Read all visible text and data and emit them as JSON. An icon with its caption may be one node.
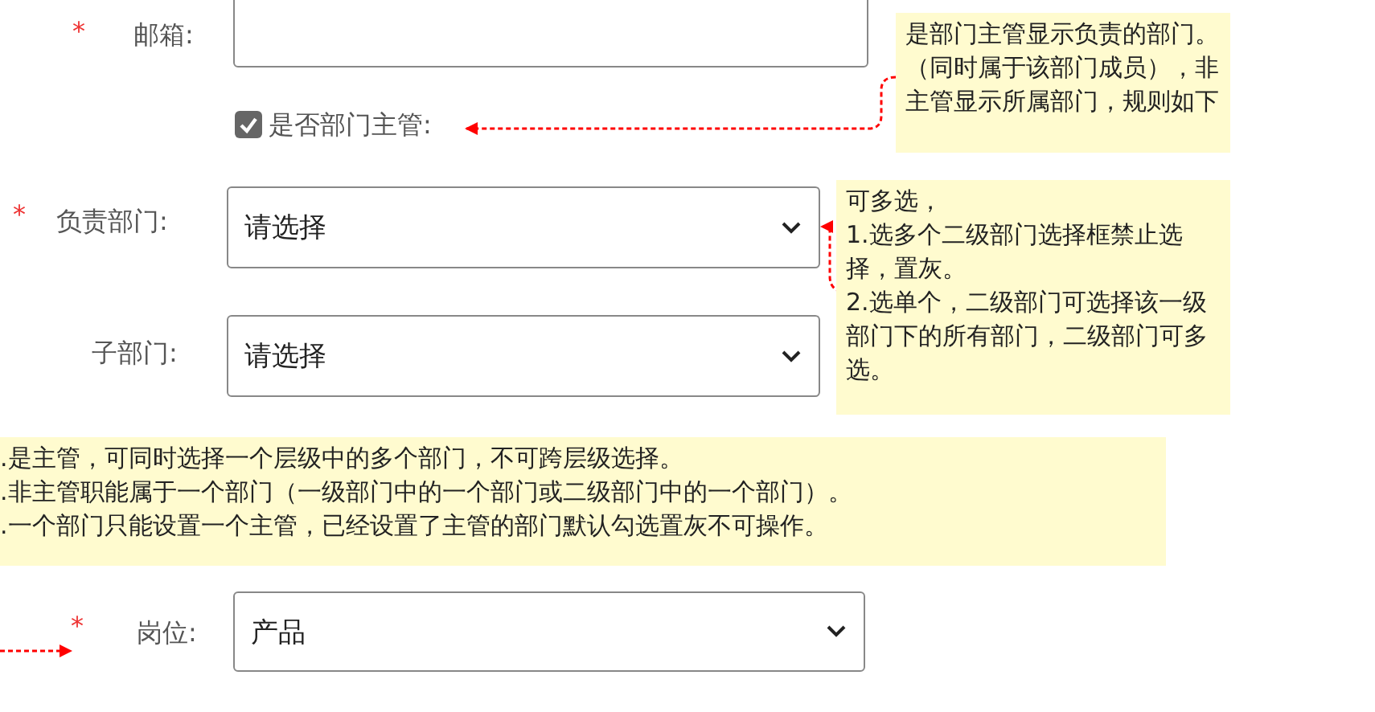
{
  "diagram": {
    "nodes": [
      {
        "text": [],
        "shape": "box"
      },
      {
        "text": [
          "是部门主管显示负责的部门。（同时属于该部门成员），非主管显示所属部门，规则如下"
        ]
      },
      {
        "text": [
          "是否部门主管:"
        ]
      },
      {
        "text": [
          "可多选，",
          "1.选多个二级部门选择框禁止选择，置灰。",
          "2.选单个，二级部门可选择该一级部门下的所有部门，二级部门可多选。"
        ]
      },
      {
        "text": [
          "请选择"
        ]
      },
      {
        "text": [
          "请选择"
        ]
      },
      {
        "text": [
          ".是主管，可同时选择一个层级中的多个部门，不可跨层级选择。",
          ".非主管职能属于一个部门（一级部门中的一个部门或二级部门中的一个部门）。",
          ".一个部门只能设置一个主管，已经设置了主管的部门默认勾选置灰不可操作。"
        ]
      },
      {
        "text": [
          "*"
        ]
      },
      {
        "text": [
          "产品"
        ]
      }
    ],
    "edges": [
      {
        "from": 1,
        "to": 2,
        "arrow": "to",
        "style": "dashed",
        "color": "#ff0000"
      },
      {
        "from": 3,
        "to": 4,
        "arrow": "to",
        "style": "dashed",
        "color": "#ff0000"
      },
      {
        "from": null,
        "to": 7,
        "arrow": "to",
        "style": "dashed",
        "color": "#ff0000"
      }
    ],
    "labels": [
      "*",
      "邮箱:",
      "*",
      "负责部门:",
      "子部门:",
      "岗位:"
    ]
  }
}
